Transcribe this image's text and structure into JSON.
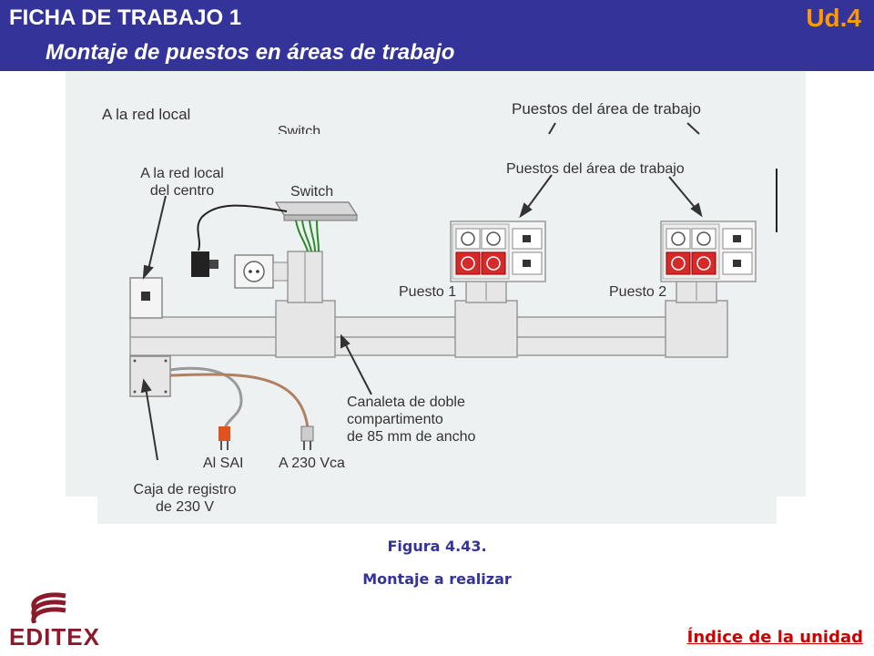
{
  "header": {
    "title": "FICHA DE TRABAJO 1",
    "subtitle": "Montaje de puestos en áreas  de trabajo",
    "unit": "Ud.4"
  },
  "figure": {
    "partial_top_labels": {
      "left": "A la red local",
      "middle": "Switch",
      "right": "Puestos del área de trabajo"
    },
    "labels": {
      "red_local_line1": "A la red local",
      "red_local_line2": "del centro",
      "switch": "Switch",
      "puestos": "Puestos del área de trabajo",
      "puesto1": "Puesto 1",
      "puesto2": "Puesto 2",
      "canaleta_line1": "Canaleta de doble",
      "canaleta_line2": "compartimento",
      "canaleta_line3": "de 85 mm de ancho",
      "sai": "Al SAI",
      "vca": "A 230 Vca",
      "caja_line1": "Caja de registro",
      "caja_line2": "de 230 V"
    }
  },
  "caption": {
    "line1": "Figura 4.43.",
    "line2": "Montaje a realizar"
  },
  "footer": {
    "index_link": "Índice de la unidad",
    "logo": "EDITEX"
  },
  "colors": {
    "header_bg": "#333399",
    "unit_text": "#ff9900",
    "caption_text": "#333399",
    "index_link": "#cc0000",
    "logo": "#8b1a2b",
    "socket_red": "#d42a2a"
  }
}
